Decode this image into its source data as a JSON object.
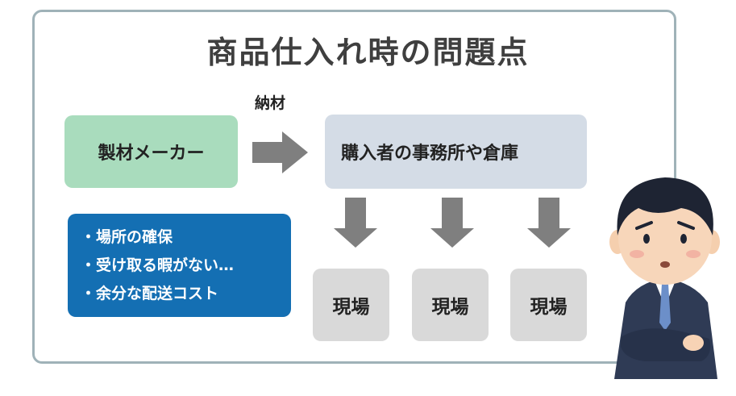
{
  "title": "商品仕入れ時の問題点",
  "nodes": {
    "maker": "製材メーカー",
    "buyer": "購入者の事務所や倉庫",
    "sites": [
      "現場",
      "現場",
      "現場"
    ]
  },
  "edge_label": "納材",
  "issues": [
    "・場所の確保",
    "・受け取る暇がない…",
    "・余分な配送コスト"
  ],
  "colors": {
    "maker_bg": "#a9dcbd",
    "buyer_bg": "#d4dce6",
    "site_bg": "#d9d9d9",
    "issues_bg": "#146fb3",
    "arrow": "#7f7f7f",
    "frame_border": "#9fb2b8"
  }
}
